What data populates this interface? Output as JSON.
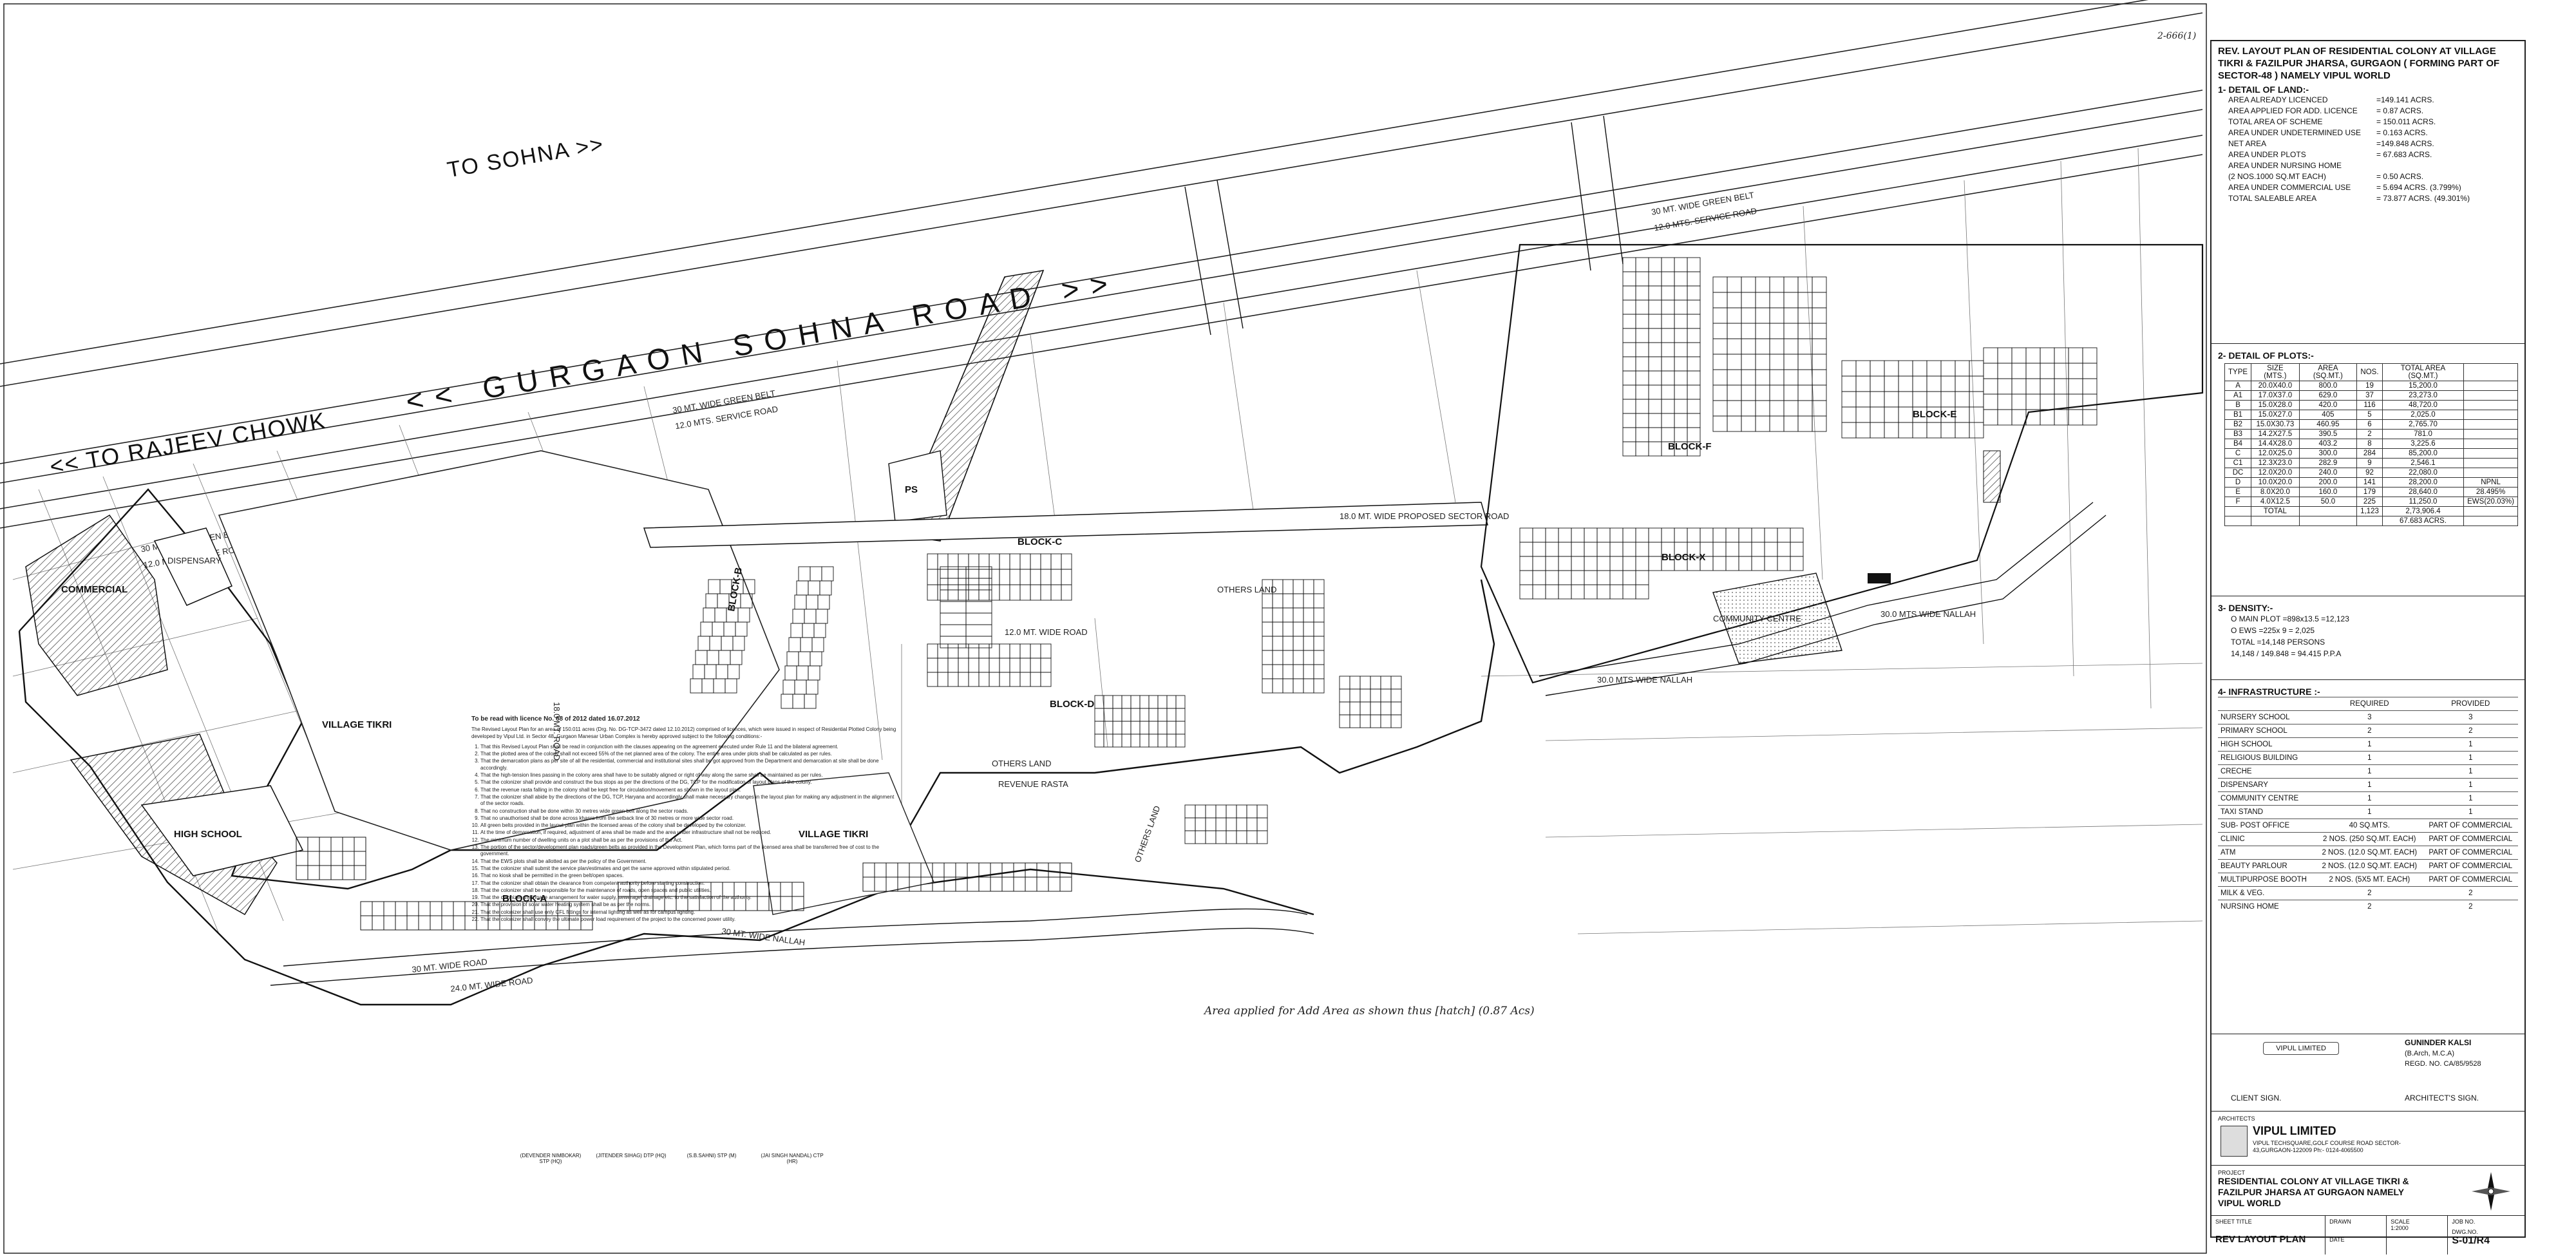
{
  "sheet": {
    "corner_ref": "2-666(1)",
    "handwritten_note": "Area applied for Add Area as shown thus [hatch] (0.87 Acs)"
  },
  "map": {
    "roads": {
      "main_road": "<< GURGAON SOHNA ROAD >>",
      "to_rajeev_chowk": "<< TO RAJEEV CHOWK",
      "to_sohna": "TO SOHNA >>",
      "green_belt_1": "30 MT. WIDE GREEN BELT",
      "service_road_1": "12.0 MTS. SERVICE ROAD",
      "green_belt_2": "30 MT. WIDE GREEN BELT",
      "service_road_2": "12.0 MTS. SERVICE ROAD",
      "green_belt_3": "30 MT. WIDE GREEN BELT",
      "service_road_3": "12.0 MTS. SERVICE ROAD",
      "sector_road": "18.0 MT. WIDE PROPOSED SECTOR ROAD",
      "nallah_1": "30 MT. WIDE NALLAH",
      "nallah_2": "30.0 MTS WIDE NALLAH",
      "nallah_3": "30.0 MTS WIDE NALLAH",
      "road_18": "18.0 MT. ROAD",
      "road_12": "12.0 MT. WIDE ROAD",
      "road_24": "24.0 MT. WIDE ROAD",
      "wide_road_30": "30 MT. WIDE ROAD"
    },
    "labels": {
      "village_tikri_1": "VILLAGE TIKRI",
      "village_tikri_2": "VILLAGE TIKRI",
      "high_school": "HIGH SCHOOL",
      "block_a": "BLOCK-A",
      "block_b": "BLOCK-B",
      "block_c": "BLOCK-C",
      "block_d": "BLOCK-D",
      "block_e": "BLOCK-E",
      "block_f": "BLOCK-F",
      "block_x": "BLOCK-X",
      "commercial": "COMMERCIAL",
      "dispensary": "DISPENSARY",
      "community_centre": "COMMUNITY CENTRE",
      "others_land_1": "OTHERS LAND",
      "others_land_2": "OTHERS LAND",
      "others_land_3": "OTHERS LAND",
      "ps": "PS",
      "revenue_rasta": "REVENUE RASTA"
    }
  },
  "title_block": {
    "title": "REV. LAYOUT PLAN OF RESIDENTIAL COLONY AT VILLAGE TIKRI & FAZILPUR JHARSA, GURGAON ( FORMING PART OF SECTOR-48 ) NAMELY VIPUL WORLD",
    "land_heading": "1- DETAIL OF LAND:-",
    "land": [
      {
        "k": "AREA ALREADY LICENCED",
        "v": "=149.141 ACRS."
      },
      {
        "k": "AREA APPLIED FOR ADD. LICENCE",
        "v": "= 0.87  ACRS."
      },
      {
        "k": "TOTAL AREA OF SCHEME",
        "v": "= 150.011 ACRS."
      },
      {
        "k": "AREA UNDER UNDETERMINED USE",
        "v": "= 0.163 ACRS."
      },
      {
        "k": "NET AREA",
        "v": "=149.848 ACRS."
      },
      {
        "k": "AREA UNDER PLOTS",
        "v": "= 67.683 ACRS."
      },
      {
        "k": "AREA UNDER NURSING HOME",
        "v": ""
      },
      {
        "k": "(2 NOS.1000 SQ.MT EACH)",
        "v": "= 0.50 ACRS."
      },
      {
        "k": "AREA UNDER COMMERCIAL USE",
        "v": "= 5.694 ACRS. (3.799%)"
      },
      {
        "k": "TOTAL SALEABLE AREA",
        "v": "= 73.877 ACRS. (49.301%)"
      }
    ],
    "plots_heading": "2- DETAIL OF PLOTS:-",
    "plots_header": [
      "TYPE",
      "SIZE (MTS.)",
      "AREA (SQ.MT.)",
      "NOS.",
      "TOTAL AREA (SQ.MT.)",
      ""
    ],
    "plots": [
      [
        "A",
        "20.0X40.0",
        "800.0",
        "19",
        "15,200.0",
        ""
      ],
      [
        "A1",
        "17.0X37.0",
        "629.0",
        "37",
        "23,273.0",
        ""
      ],
      [
        "B",
        "15.0X28.0",
        "420.0",
        "116",
        "48,720.0",
        ""
      ],
      [
        "B1",
        "15.0X27.0",
        "405",
        "5",
        "2,025.0",
        ""
      ],
      [
        "B2",
        "15.0X30.73",
        "460.95",
        "6",
        "2,765.70",
        ""
      ],
      [
        "B3",
        "14.2X27.5",
        "390.5",
        "2",
        "781.0",
        ""
      ],
      [
        "B4",
        "14.4X28.0",
        "403.2",
        "8",
        "3,225.6",
        ""
      ],
      [
        "C",
        "12.0X25.0",
        "300.0",
        "284",
        "85,200.0",
        ""
      ],
      [
        "C1",
        "12.3X23.0",
        "282.9",
        "9",
        "2,546.1",
        ""
      ],
      [
        "DC",
        "12.0X20.0",
        "240.0",
        "92",
        "22,080.0",
        ""
      ],
      [
        "D",
        "10.0X20.0",
        "200.0",
        "141",
        "28,200.0",
        "NPNL"
      ],
      [
        "E",
        "8.0X20.0",
        "160.0",
        "179",
        "28,640.0",
        "28.495%"
      ],
      [
        "F",
        "4.0X12.5",
        "50.0",
        "225",
        "11,250.0",
        "EWS(20.03%)"
      ],
      [
        "",
        "TOTAL",
        "",
        "1,123",
        "2,73,906.4",
        ""
      ],
      [
        "",
        "",
        "",
        "",
        "67.683 ACRS.",
        ""
      ]
    ],
    "density_heading": "3- DENSITY:-",
    "density": [
      "O  MAIN PLOT          =898x13.5 =12,123",
      "O  EWS                =225x 9   = 2,025",
      "   TOTAL              =14,148 PERSONS",
      "   14,148 / 149.848   = 94.415 P.P.A"
    ],
    "infra_heading": "4- INFRASTRUCTURE :-",
    "infra_header": [
      "",
      "REQUIRED",
      "PROVIDED"
    ],
    "infra": [
      [
        "NURSERY SCHOOL",
        "3",
        "3"
      ],
      [
        "PRIMARY SCHOOL",
        "2",
        "2"
      ],
      [
        "HIGH SCHOOL",
        "1",
        "1"
      ],
      [
        "RELIGIOUS BUILDING",
        "1",
        "1"
      ],
      [
        "CRECHE",
        "1",
        "1"
      ],
      [
        "DISPENSARY",
        "1",
        "1"
      ],
      [
        "COMMUNITY CENTRE",
        "1",
        "1"
      ],
      [
        "TAXI STAND",
        "1",
        "1"
      ],
      [
        "SUB- POST OFFICE",
        "40 SQ.MTS.",
        "PART OF COMMERCIAL"
      ],
      [
        "CLINIC",
        "2 NOS. (250 SQ.MT. EACH)",
        "PART OF COMMERCIAL"
      ],
      [
        "ATM",
        "2 NOS. (12.0 SQ.MT. EACH)",
        "PART OF COMMERCIAL"
      ],
      [
        "BEAUTY PARLOUR",
        "2 NOS. (12.0 SQ.MT. EACH)",
        "PART OF COMMERCIAL"
      ],
      [
        "MULTIPURPOSE BOOTH",
        "2 NOS. (5X5 MT. EACH)",
        "PART OF COMMERCIAL"
      ],
      [
        "MILK & VEG.",
        "2",
        "2"
      ],
      [
        "NURSING HOME",
        "2",
        "2"
      ]
    ],
    "client_stamp": "VIPUL LIMITED",
    "client_sign": "CLIENT SIGN.",
    "architect_name": "GUNINDER KALSI",
    "architect_quals": "(B.Arch, M.C.A)",
    "architect_reg": "REGD. NO. CA/85/9528",
    "architect_sign": "ARCHITECT'S SIGN.",
    "architects_label": "ARCHITECTS",
    "company": "VIPUL LIMITED",
    "company_addr": "VIPUL TECHSQUARE,GOLF COURSE ROAD SECTOR-43,GURGAON-122009 Ph:- 0124-4065500",
    "project_label": "PROJECT",
    "project": "RESIDENTIAL COLONY AT VILLAGE TIKRI & FAZILPUR JHARSA AT GURGAON NAMELY VIPUL WORLD",
    "sheet_title_label": "SHEET TITLE",
    "sheet_title": "REV LAYOUT PLAN",
    "drawn": "DRAWN",
    "scale": "SCALE",
    "scale_v": "1:2000",
    "date": "DATE",
    "job_no": "JOB NO.",
    "dwg_no": "DWG.NO.",
    "dwg_no_v": "S-01/R4"
  },
  "conditions": {
    "heading": "To be read with licence No. 68 of 2012 dated 16.07.2012",
    "intro": "The Revised Layout Plan for an area of 150.011 acres (Drg. No. DG-TCP-3472 dated 12.10.2012) comprised of licences, which were issued in respect of Residential Plotted Colony being developed by Vipul Ltd. in Sector 48, Gurgaon Manesar Urban Complex is hereby approved subject to the following conditions:-",
    "items": [
      "That this Revised Layout Plan shall be read in conjunction with the clauses appearing on the agreement executed under Rule 11 and the bilateral agreement.",
      "That the plotted area of the colony shall not exceed 55% of the net planned area of the colony. The entire area under plots shall be calculated as per rules.",
      "That the demarcation plans as per site of all the residential, commercial and institutional sites shall be got approved from the Department and demarcation at site shall be done accordingly.",
      "That the high-tension lines passing in the colony area shall have to be suitably aligned or right of way along the same shall be maintained as per rules.",
      "That the colonizer shall provide and construct the bus stops as per the directions of the DG, TCP for the modification of layout plans of the colony.",
      "That the revenue rasta falling in the colony shall be kept free for circulation/movement as shown in the layout plan.",
      "That the colonizer shall abide by the directions of the DG, TCP, Haryana and accordingly shall make necessary changes in the layout plan for making any adjustment in the alignment of the sector roads.",
      "That no construction shall be done within 30 metres wide green belt along the sector roads.",
      "That no unauthorised shall be done across khasra from the setback line of 30 metres or more wide sector road.",
      "All green belts provided in the layout plan within the licensed areas of the colony shall be developed by the colonizer.",
      "At the time of demarcation, if required, adjustment of area shall be made and the area under infrastructure shall not be reduced.",
      "The minimum number of dwelling units on a plot shall be as per the provisions of the Act.",
      "The portion of the sector/development plan roads/green belts as provided in the Development Plan, which forms part of the licensed area shall be transferred free of cost to the government.",
      "That the EWS plots shall be allotted as per the policy of the Government.",
      "That the colonizer shall submit the service plan/estimates and get the same approved within stipulated period.",
      "That no kiosk shall be permitted in the green belt/open spaces.",
      "That the colonizer shall obtain the clearance from competent authority before starting construction.",
      "That the colonizer shall be responsible for the maintenance of roads, open spaces and public utilities.",
      "That the colonizer shall make arrangement for water supply, sewerage, drainage etc. to the satisfaction of the authority.",
      "That the provision of solar water heating system shall be as per the norms.",
      "That the colonizer shall use only CFL fittings for internal lighting as well as for campus lighting.",
      "That the colonizer shall convey the ultimate power load requirement of the project to the concerned power utility."
    ],
    "sign_1": "(DEVENDER NIMBOKAR) STP (HQ)",
    "sign_2": "(JITENDER SIHAG) DTP (HQ)",
    "sign_3": "(S.B.SAHNI) STP (M)",
    "sign_4": "(JAI SINGH NANDAL) CTP (HR)"
  },
  "colors": {
    "ink": "#111111",
    "paper": "#ffffff",
    "grey_fill": "#bdbdbd"
  }
}
